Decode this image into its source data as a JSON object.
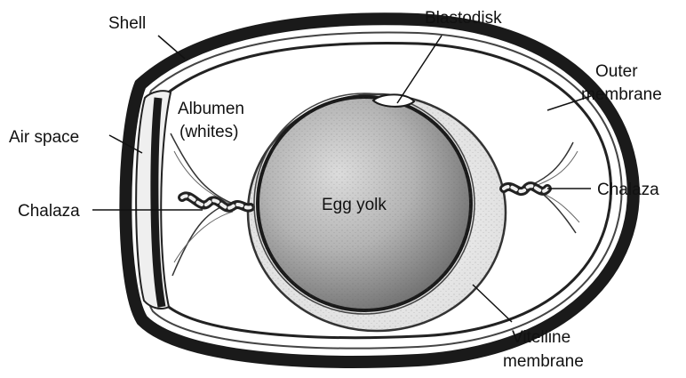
{
  "diagram": {
    "labels": {
      "shell": "Shell",
      "blastodisk": "Blastodisk",
      "outer_membrane_line1": "Outer",
      "outer_membrane_line2": "membrane",
      "albumen_line1": "Albumen",
      "albumen_line2": "(whites)",
      "air_space": "Air space",
      "chalaza_left": "Chalaza",
      "chalaza_right": "Chalaza",
      "egg_yolk": "Egg yolk",
      "vitelline_line1": "Vitelline",
      "vitelline_line2": "membrane"
    }
  }
}
